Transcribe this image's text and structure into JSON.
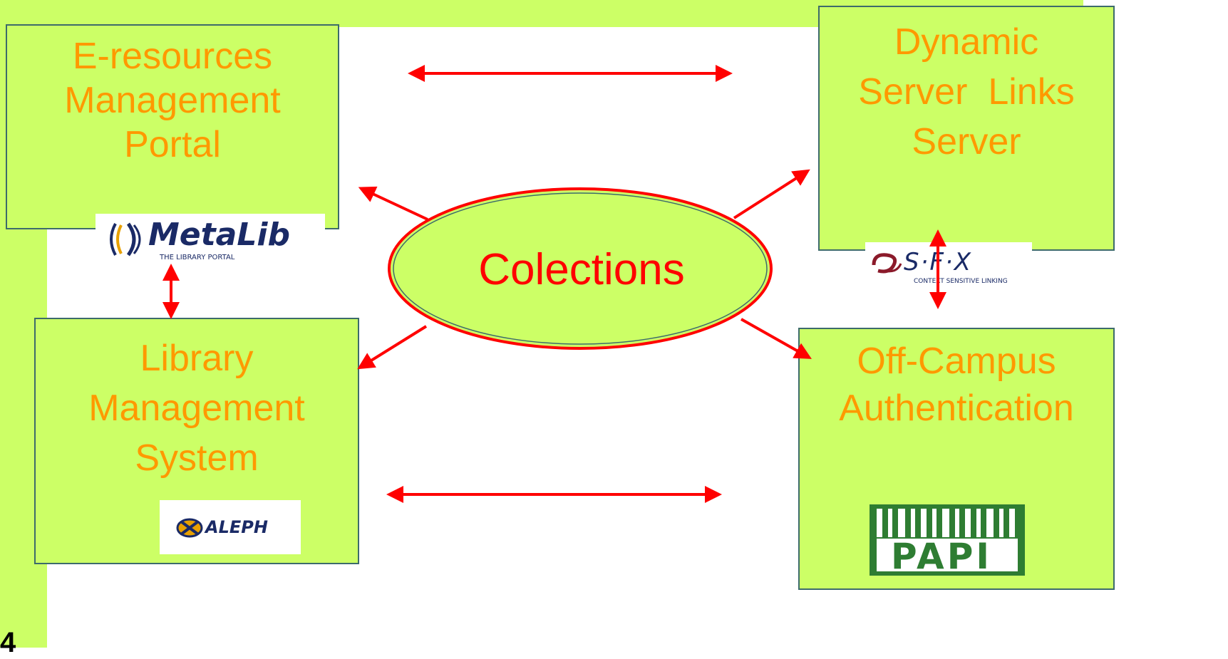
{
  "boxes": {
    "eresources": [
      "E-resources",
      "Management",
      "Portal"
    ],
    "dynamic": [
      "Dynamic",
      "Server  Links",
      "Server"
    ],
    "library": [
      "Library",
      "Management",
      "System"
    ],
    "offcampus": [
      "Off-Campus",
      "Authentication"
    ]
  },
  "center": {
    "label": "Colections"
  },
  "logos": {
    "metalib": {
      "name": "MetaLib",
      "tagline": "THE LIBRARY PORTAL"
    },
    "sfx": {
      "name": "S·F·X",
      "tagline": "CONTEXT SENSITIVE LINKING"
    },
    "aleph": {
      "name": "ALEPH"
    },
    "papi": {
      "name": "PAPI"
    }
  },
  "page_number": "4",
  "colors": {
    "box_fill": "#ccff66",
    "box_text": "#ff9900",
    "arrow": "#ff0000",
    "border": "#3d6b6b"
  }
}
